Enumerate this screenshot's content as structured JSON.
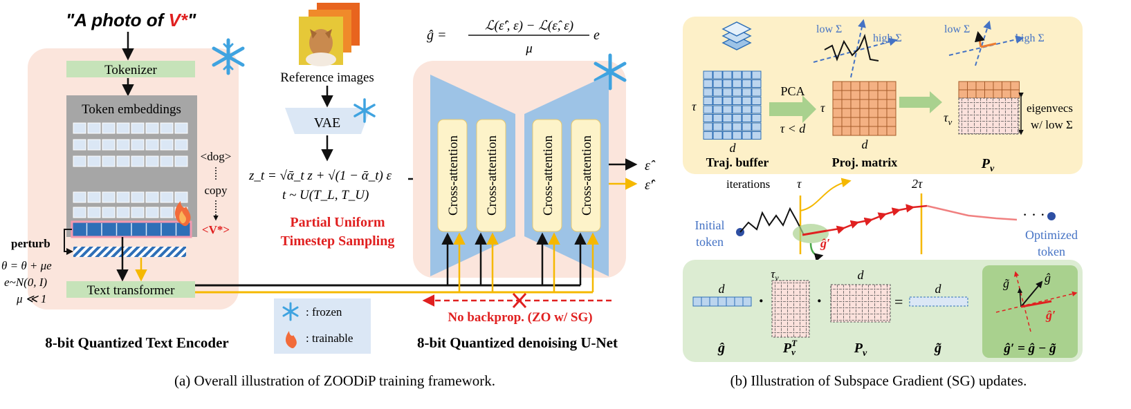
{
  "left": {
    "prompt_prefix": "\"A photo of ",
    "prompt_token": "V*",
    "prompt_suffix": "\"",
    "tokenizer_label": "Tokenizer",
    "token_embeddings_label": "Token embeddings",
    "dog_label": "<dog>",
    "copy_label": "copy",
    "vstar_label": "<V*>",
    "perturb_label": "perturb",
    "eq1": "θ = θ + μe",
    "eq2": "e~N(0, I)",
    "eq3": "μ ≪ 1",
    "text_transformer_label": "Text transformer",
    "encoder_title": "8-bit Quantized Text Encoder"
  },
  "middle": {
    "reference_label": "Reference images",
    "vae_label": "VAE",
    "zt_eq": "z_t = √ᾱ_t z + √(1 − ᾱ_t) ε",
    "t_eq": "t ~ U(T_L, T_U)",
    "sampling_line1": "Partial Uniform",
    "sampling_line2": "Timestep Sampling",
    "legend_frozen": ": frozen",
    "legend_trainable": ": trainable",
    "no_backprop": "No backprop. (ZO w/ SG)"
  },
  "unet": {
    "gradient_numerator": "ℒ(ε̂′, ε) − ℒ(ε̂, ε)",
    "gradient_denominator": "μ",
    "gradient_lhs": "ĝ =",
    "gradient_rhs": "e",
    "cross_attention_label": "Cross-attention",
    "eps_hat": "ε̂",
    "eps_hat_prime": "ε̂′",
    "unet_title": "8-bit Quantized denoising U-Net"
  },
  "right": {
    "low_sigma": "low Σ",
    "high_sigma": "high Σ",
    "tau": "τ",
    "d": "d",
    "pca_label": "PCA",
    "tau_lt_d": "τ < d",
    "traj_buffer": "Traj. buffer",
    "proj_matrix": "Proj. matrix",
    "p_nu": "P",
    "nu": "ν",
    "tau_nu": "τ",
    "eigenvecs": "eigenvecs",
    "w_low_sigma": "w/ low Σ",
    "iterations": "iterations",
    "two_tau": "2τ",
    "initial_token_1": "Initial",
    "initial_token_2": "token",
    "optimized_token_1": "Optimized",
    "optimized_token_2": "token",
    "g_hat": "ĝ",
    "g_hat_prime": "ĝ′",
    "g_tilde": "g̃",
    "p_nu_T": "P",
    "superscript_T": "T",
    "final_eq": "ĝ′ = ĝ − g̃",
    "dot": "·",
    "equals": "="
  },
  "captions": {
    "a": "(a) Overall illustration of ZOODiP training framework.",
    "b": "(b) Illustration of Subspace Gradient (SG) updates."
  },
  "colors": {
    "pink_bg": "#fbe5dc",
    "green_box": "#c6e3b9",
    "gray_emb": "#a6a6a6",
    "light_blue": "#dbe7f5",
    "mid_blue": "#2e6fb7",
    "unet_blue": "#9dc3e6",
    "cross_attn": "#fdf3c9",
    "yellow": "#f5b800",
    "red": "#e02020",
    "yellow_bg": "#fdf0c8",
    "green_bg": "#dcecd2",
    "orange_cell": "#f4b183"
  }
}
